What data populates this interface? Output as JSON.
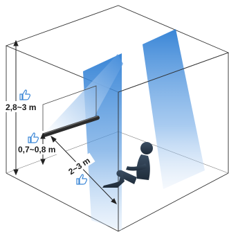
{
  "dimensions": {
    "ceiling_height": "2,8~3 m",
    "mount_height": "0,7~0,8 m",
    "distance": "2~3 m"
  },
  "icons": [
    "thumbs-up-icon",
    "thumbs-up-icon",
    "thumbs-up-icon"
  ],
  "colors": {
    "beam": "#2f7fd4",
    "lines": "#333333",
    "device": "#2b2b2b",
    "person": "#2e3f52"
  }
}
